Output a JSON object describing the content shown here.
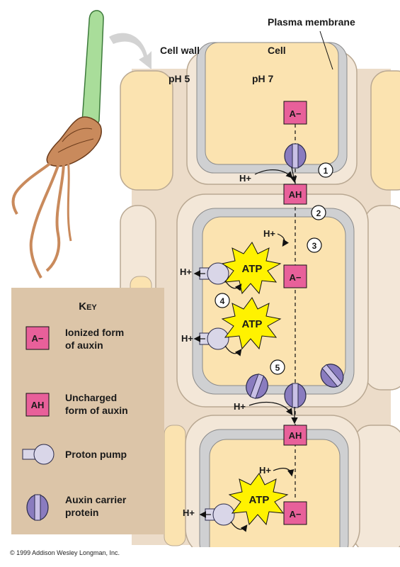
{
  "labels": {
    "plasma_membrane": "Plasma membrane",
    "cell_wall": "Cell wall",
    "cell": "Cell",
    "ph_wall": "pH 5",
    "ph_cell": "pH 7"
  },
  "molecules": {
    "ionized": "A−",
    "uncharged": "AH",
    "atp": "ATP",
    "proton": "H+"
  },
  "steps": [
    "1",
    "2",
    "3",
    "4",
    "5"
  ],
  "key": {
    "title": "Key",
    "items": [
      {
        "symbol": "A−",
        "line1": "Ionized form",
        "line2": "of auxin"
      },
      {
        "symbol": "AH",
        "line1": "Uncharged",
        "line2": "form of auxin"
      },
      {
        "symbol": "proton-pump",
        "line1": "Proton pump",
        "line2": ""
      },
      {
        "symbol": "auxin-carrier",
        "line1": "Auxin carrier",
        "line2": "protein"
      }
    ]
  },
  "copyright": "© 1999 Addison Wesley Longman, Inc.",
  "colors": {
    "wall": "#ecdcc9",
    "cytoplasm": "#fbe3b0",
    "membrane": "#cfd0d2",
    "molecule_box": "#e8609a",
    "atp_burst": "#fff200",
    "carrier": "#8a7cbf",
    "pump": "#d9d6e8",
    "key_bg": "#dcc5a8"
  }
}
